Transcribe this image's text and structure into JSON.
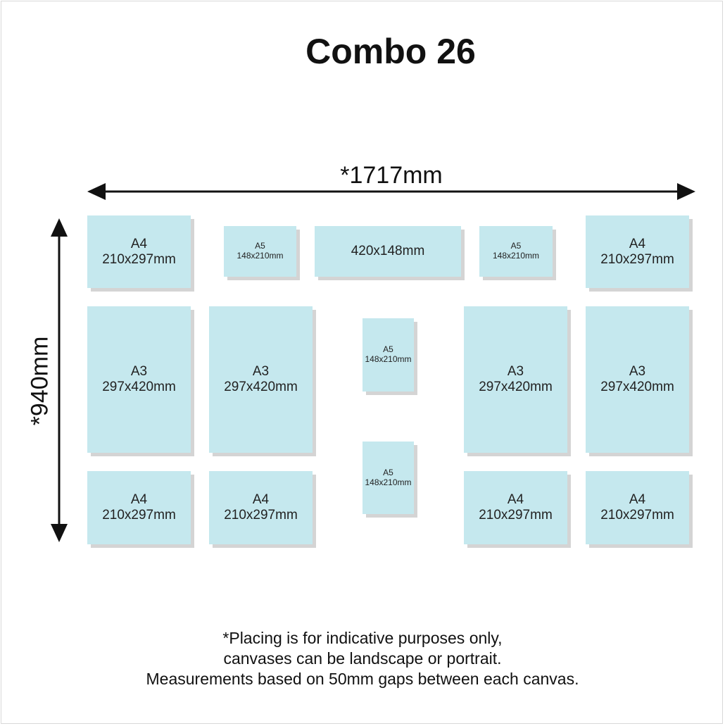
{
  "title": "Combo 26",
  "total_width": "*1717mm",
  "total_height": "*940mm",
  "canvases": [
    {
      "size": "A4",
      "dims": "210x297mm"
    },
    {
      "size": "A5",
      "dims": "148x210mm"
    },
    {
      "size": "",
      "dims": "420x148mm"
    },
    {
      "size": "A5",
      "dims": "148x210mm"
    },
    {
      "size": "A4",
      "dims": "210x297mm"
    },
    {
      "size": "A3",
      "dims": "297x420mm"
    },
    {
      "size": "A3",
      "dims": "297x420mm"
    },
    {
      "size": "A5",
      "dims": "148x210mm"
    },
    {
      "size": "A3",
      "dims": "297x420mm"
    },
    {
      "size": "A3",
      "dims": "297x420mm"
    },
    {
      "size": "A5",
      "dims": "148x210mm"
    },
    {
      "size": "A4",
      "dims": "210x297mm"
    },
    {
      "size": "A4",
      "dims": "210x297mm"
    },
    {
      "size": "A4",
      "dims": "210x297mm"
    },
    {
      "size": "A4",
      "dims": "210x297mm"
    }
  ],
  "note": {
    "line1": "*Placing is for indicative purposes only,",
    "line2": "canvases can be landscape or portrait.",
    "line3": "Measurements based on 50mm gaps between each canvas."
  },
  "colors": {
    "canvas_fill": "#c5e8ee",
    "canvas_shadow": "#d4d4d4",
    "text": "#111111"
  }
}
